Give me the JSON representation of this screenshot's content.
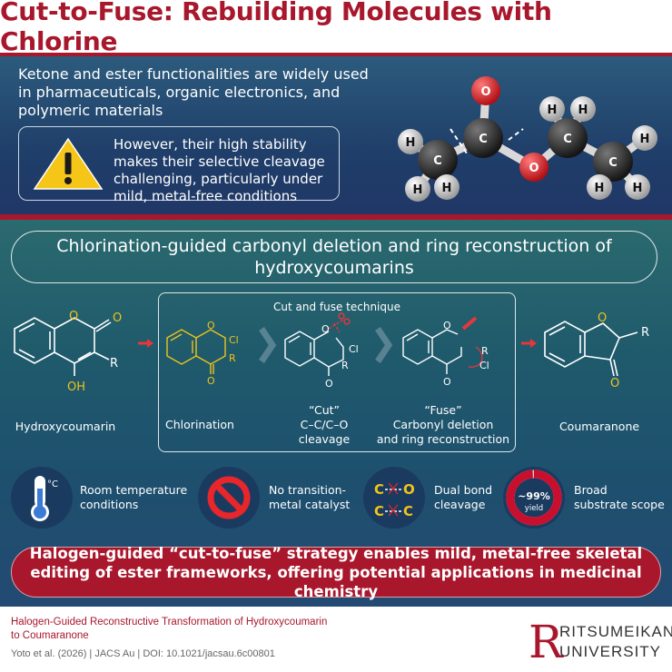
{
  "title": "Cut-to-Fuse: Rebuilding Molecules with Chlorine",
  "intro": "Ketone and ester functionalities are widely used in pharmaceuticals, organic electronics, and polymeric materials",
  "warning": "However, their high stability makes their selective cleavage challenging, particularly under mild, metal-free conditions",
  "molecule_atoms": {
    "h": "H",
    "c": "C",
    "o": "O"
  },
  "headline": "Chlorination-guided carbonyl deletion and ring reconstruction of hydroxycoumarins",
  "scheme": {
    "box_title": "Cut and fuse technique",
    "atoms": {
      "o": "O",
      "r": "R",
      "oh": "OH",
      "cl": "Cl"
    },
    "start_label": "Hydroxycoumarin",
    "step1_label": "Chlorination",
    "cut_label_1": "“Cut”",
    "cut_label_2": "C–C/C–O",
    "cut_label_3": "cleavage",
    "fuse_label_1": "“Fuse”",
    "fuse_label_2": "Carbonyl deletion",
    "fuse_label_3": "and ring reconstruction",
    "product_label": "Coumaranone"
  },
  "features": {
    "temp_unit": "°C",
    "temp_1": "Room temperature",
    "temp_2": "conditions",
    "metal_1": "No transition-",
    "metal_2": "metal catalyst",
    "bond_c1": "C",
    "bond_o": "O",
    "bond_c2": "C",
    "bond_c3": "C",
    "bond_1": "Dual bond",
    "bond_2": "cleavage",
    "yield_value": "~99%",
    "yield_word": "yield",
    "yield_fraction": 0.99,
    "scope_1": "Broad",
    "scope_2": "substrate scope"
  },
  "conclusion": "Halogen-guided “cut-to-fuse” strategy enables mild, metal-free skeletal editing of ester frameworks, offering potential applications in medicinal chemistry",
  "footer": {
    "paper_title": "Halogen-Guided Reconstructive Transformation of Hydroxycoumarin to Coumaranone",
    "citation": "Yoto et al. (2026) | JACS Au | DOI: 10.1021/jacsau.6c00801",
    "logo_r": "R",
    "logo_line1": "RITSUMEIKAN",
    "logo_line2": "UNIVERSITY"
  },
  "colors": {
    "brand_red": "#a8172c",
    "structure_yellow": "#f0c419",
    "oxygen_red": "#e8262b"
  }
}
